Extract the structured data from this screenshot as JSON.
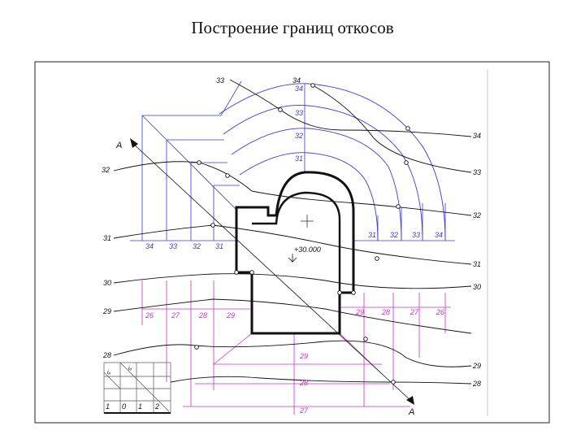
{
  "title": "Построение границ откосов",
  "elevation_label": "+30.000",
  "section_letter": "A",
  "contours_left": [
    "33",
    "32",
    "31",
    "30",
    "29",
    "28"
  ],
  "contours_right": [
    "34",
    "33",
    "32",
    "31",
    "30",
    "29",
    "28"
  ],
  "arc_labels": [
    "34",
    "33",
    "32",
    "31"
  ],
  "right_fill_labels": [
    "31",
    "32",
    "33",
    "34"
  ],
  "left_fill_labels": [
    "34",
    "33",
    "32",
    "31"
  ],
  "left_cut_labels": [
    "26",
    "27",
    "28",
    "29"
  ],
  "right_cut_labels": [
    "29",
    "28",
    "27",
    "26"
  ],
  "bottom_cut_labels": [
    "29",
    "28",
    "27"
  ],
  "top_label_34": "34",
  "scale": {
    "il": "iₐ",
    "iw": "iₒ",
    "ticks": [
      "1",
      "0",
      "1",
      "2"
    ]
  },
  "colors": {
    "fill_lines": "#3a3ad0",
    "cut_lines": "#c830c8",
    "contours": "#111111"
  }
}
